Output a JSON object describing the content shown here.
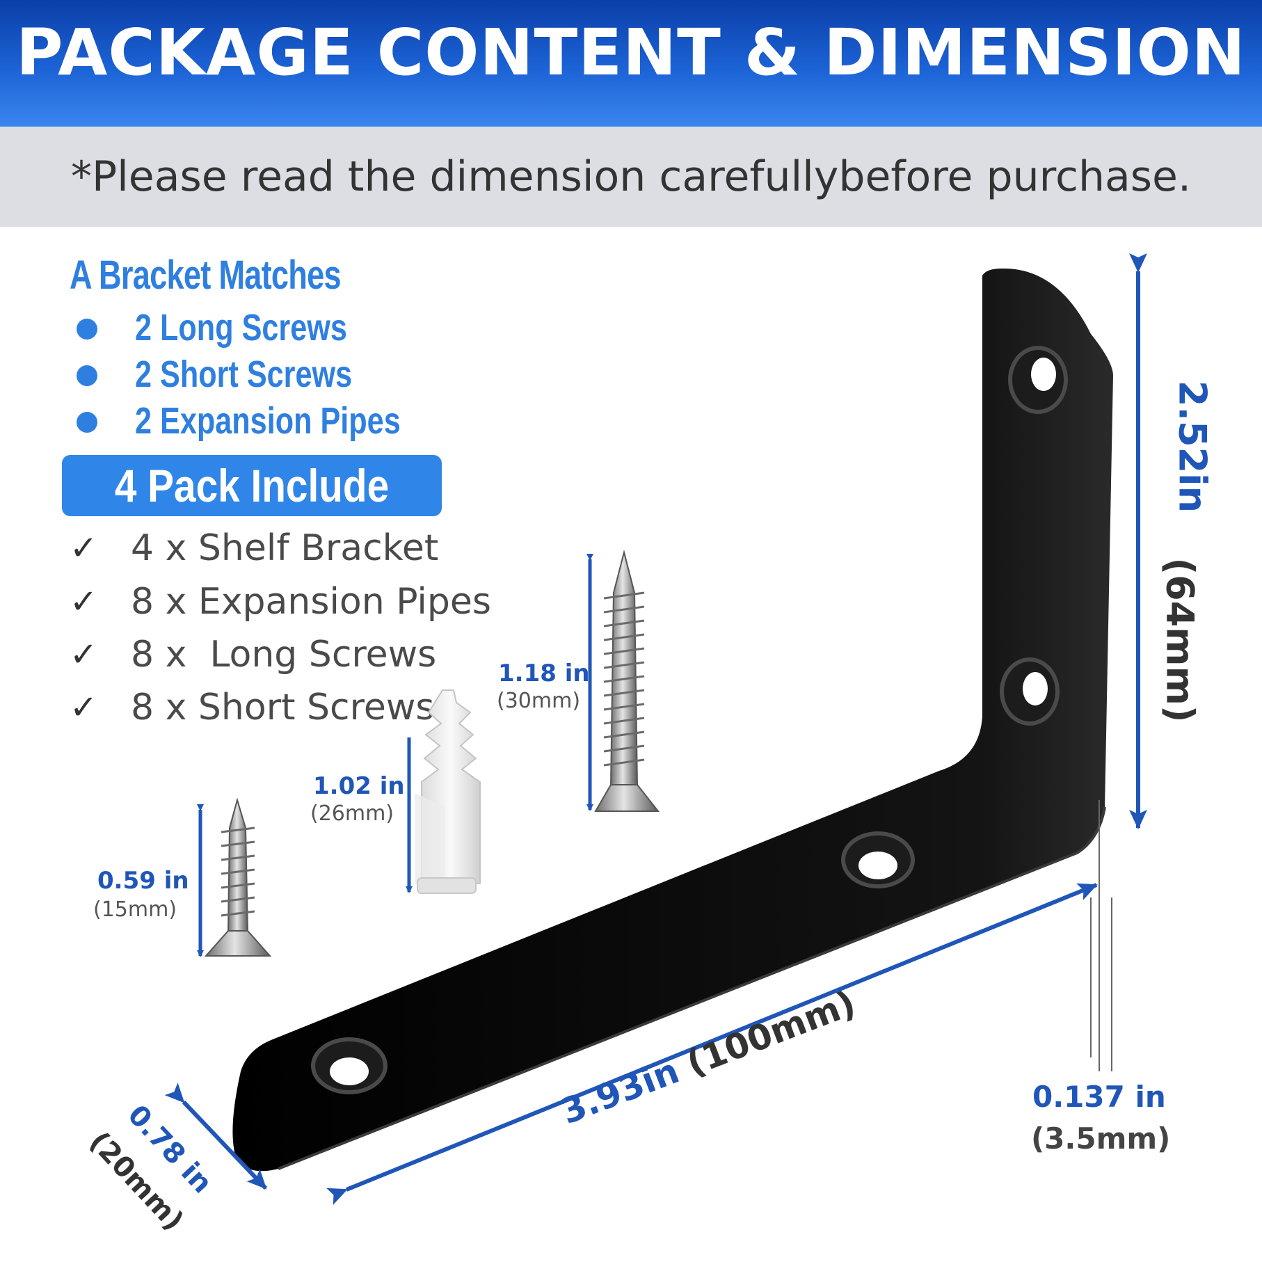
{
  "header": {
    "title": "PACKAGE CONTENT & DIMENSION",
    "notice": "*Please read the dimension carefullybefore purchase."
  },
  "matches": {
    "title": "A Bracket Matches",
    "items": [
      "2 Long Screws",
      "2 Short Screws",
      "2 Expansion Pipes"
    ]
  },
  "pack": {
    "badge": "4 Pack Include",
    "items": [
      "4 x Shelf Bracket",
      "8 x Expansion Pipes",
      "8 x  Long Screws",
      "8 x Short Screws"
    ]
  },
  "dimensions": {
    "long_screw": {
      "in": "1.18 in",
      "mm": "(30mm)"
    },
    "expansion_pipe": {
      "in": "1.02 in",
      "mm": "(26mm)"
    },
    "short_screw": {
      "in": "0.59 in",
      "mm": "(15mm)"
    },
    "bracket_height": {
      "in": "2.52in",
      "mm": "(64mm)"
    },
    "bracket_length": {
      "in": "3.93in",
      "mm": "(100mm)"
    },
    "bracket_width": {
      "in": "0.78 in",
      "mm": "(20mm)"
    },
    "bracket_thickness": {
      "in": "0.137 in",
      "mm": "(3.5mm)"
    }
  },
  "colors": {
    "accent": "#2f7fe0",
    "dimension_blue": "#1f56b8",
    "bracket": "#0b0b0b"
  }
}
